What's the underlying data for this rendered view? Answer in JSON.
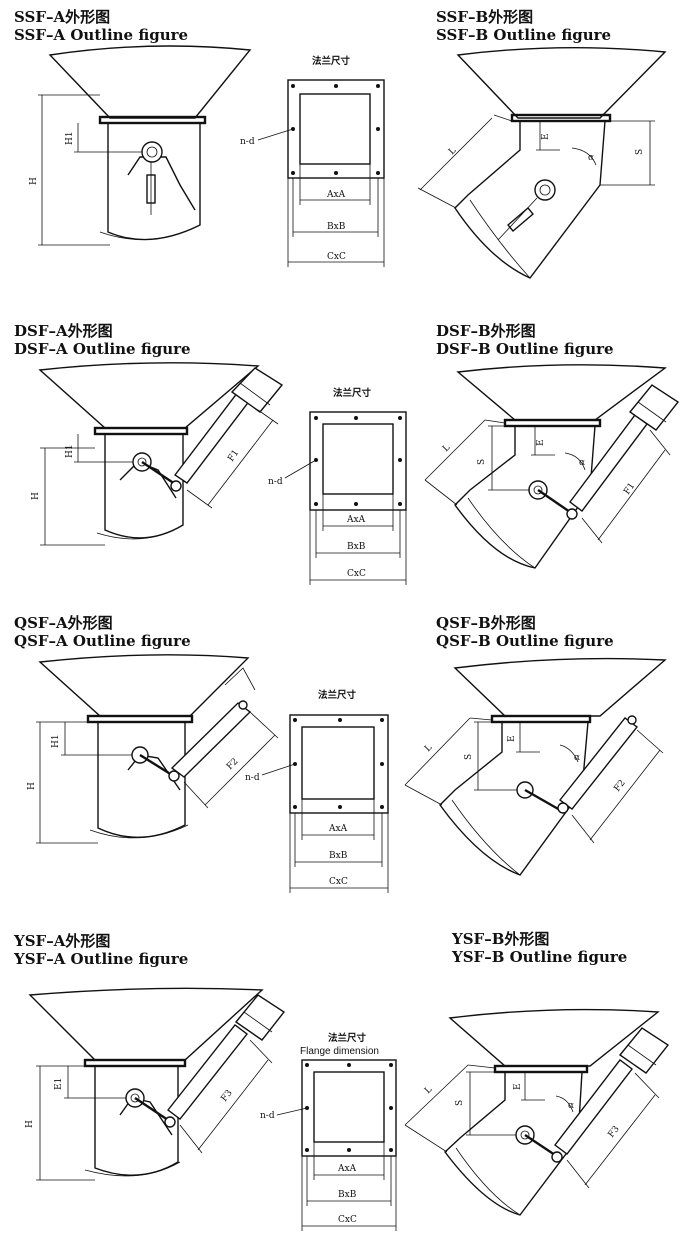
{
  "sections": {
    "ssf_a": {
      "title_cn": "SSF–A外形图",
      "title_en": "SSF–A Outline figure"
    },
    "ssf_b": {
      "title_cn": "SSF–B外形图",
      "title_en": "SSF–B Outline figure"
    },
    "dsf_a": {
      "title_cn": "DSF–A外形图",
      "title_en": "DSF–A Outline figure"
    },
    "dsf_b": {
      "title_cn": "DSF–B外形图",
      "title_en": "DSF–B Outline figure"
    },
    "qsf_a": {
      "title_cn": "QSF–A外形图",
      "title_en": "QSF–A Outline figure"
    },
    "qsf_b": {
      "title_cn": "QSF–B外形图",
      "title_en": "QSF–B Outline figure"
    },
    "ysf_a": {
      "title_cn": "YSF–A外形图",
      "title_en": "YSF–A Outline figure"
    },
    "ysf_b": {
      "title_cn": "YSF–B外形图",
      "title_en": "YSF–B Outline figure"
    }
  },
  "flange": {
    "caption": "法兰尺寸",
    "caption_en": "Flange dimension",
    "hole_label": "n-d",
    "dim_a": "AxA",
    "dim_b": "BxB",
    "dim_c": "CxC"
  },
  "dims": {
    "H": "H",
    "H1": "H1",
    "E": "E",
    "E1": "E1",
    "L": "L",
    "S": "S",
    "alpha": "α",
    "F1": "F1",
    "F2": "F2",
    "F3": "F3"
  }
}
